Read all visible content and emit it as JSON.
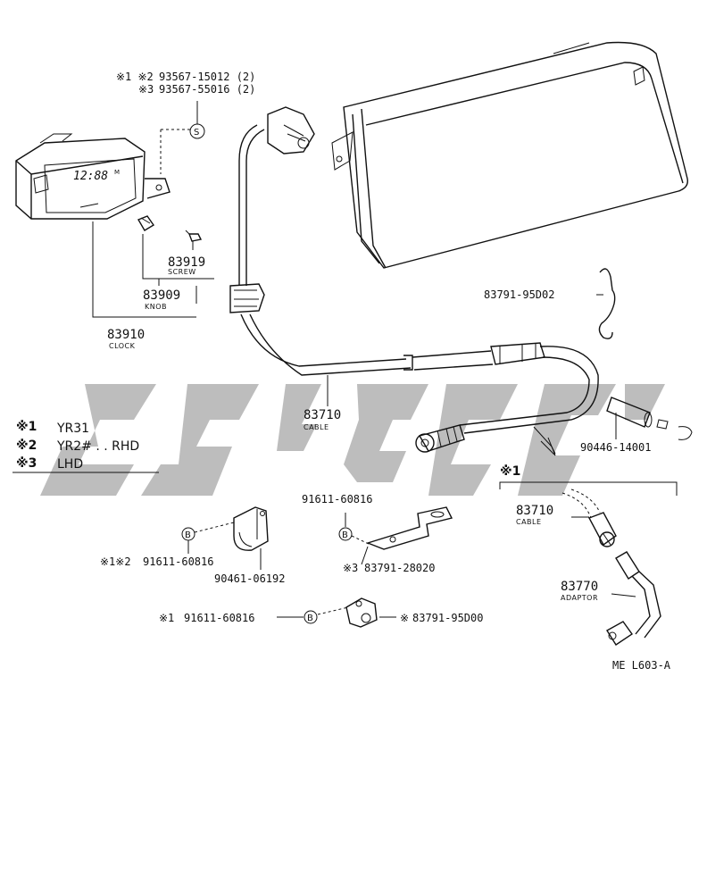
{
  "diagram_code": "ME L603-A",
  "legend": [
    {
      "mark": "※1",
      "text": "YR31"
    },
    {
      "mark": "※2",
      "text": "YR2# . . RHD"
    },
    {
      "mark": "※3",
      "text": "LHD"
    }
  ],
  "inset": {
    "title": "※1"
  },
  "clock_display": "12:88",
  "parts": {
    "screw_mount_1": {
      "prefix": "※1 ※2",
      "number": "93567-15012 (2)"
    },
    "screw_mount_2": {
      "prefix": "※3",
      "number": "93567-55016 (2)"
    },
    "screw_marker": "S",
    "screw": {
      "number": "83919",
      "name": "SCREW"
    },
    "knob": {
      "number": "83909",
      "name": "KNOB"
    },
    "clock": {
      "number": "83910",
      "name": "CLOCK"
    },
    "bracket_top": {
      "number": "83791-95D02"
    },
    "cable": {
      "number": "83710",
      "name": "CABLE"
    },
    "grommet": {
      "number": "90446-14001"
    },
    "clamp_top": {
      "number": "91611-60816"
    },
    "bracket_28020": {
      "prefix": "※3",
      "number": "83791-28020"
    },
    "clamp_left": {
      "prefix": "※1※2",
      "number": "91611-60816"
    },
    "clip_06192": {
      "number": "90461-06192"
    },
    "clamp_bottom": {
      "prefix": "※1",
      "number": "91611-60816"
    },
    "bracket_95d00": {
      "prefix": "※",
      "number": "83791-95D00"
    },
    "inset_cable": {
      "number": "83710",
      "name": "CABLE"
    },
    "adaptor": {
      "number": "83770",
      "name": "ADAPTOR"
    }
  },
  "bolt_marker": "B"
}
